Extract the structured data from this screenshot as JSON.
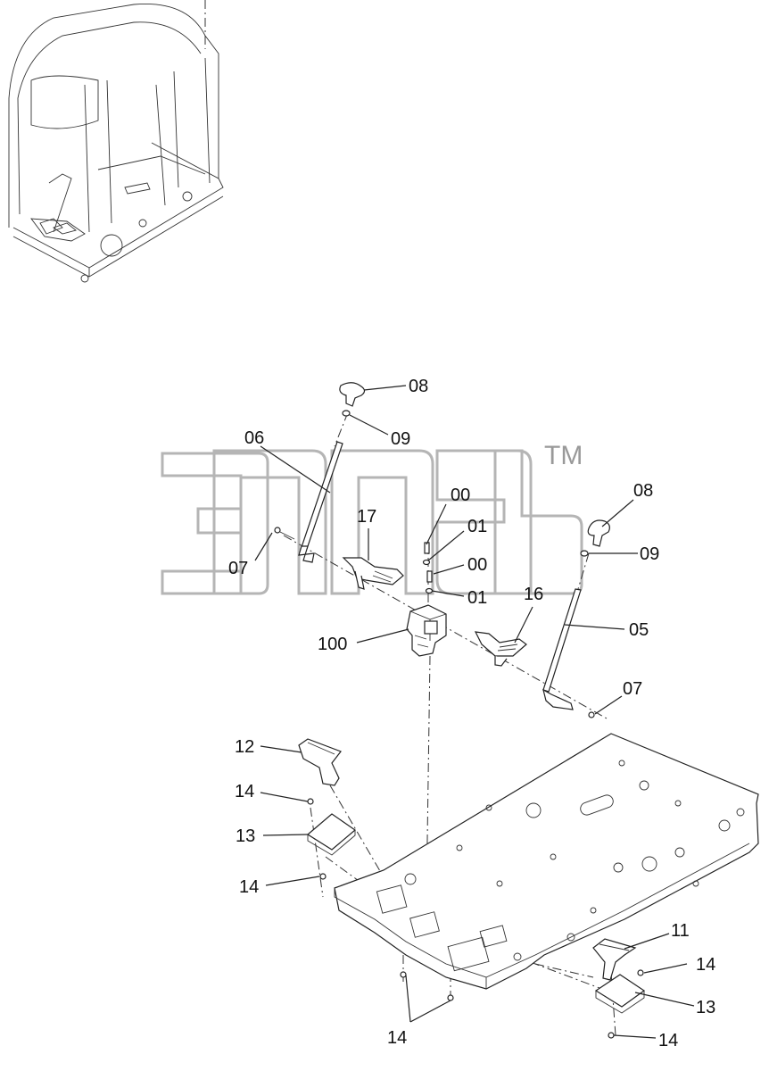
{
  "callouts": [
    {
      "id": "c-08a",
      "text": "08"
    },
    {
      "id": "c-09a",
      "text": "09"
    },
    {
      "id": "c-06",
      "text": "06"
    },
    {
      "id": "c-00a",
      "text": "00"
    },
    {
      "id": "c-01a",
      "text": "01"
    },
    {
      "id": "c-00b",
      "text": "00"
    },
    {
      "id": "c-01b",
      "text": "01"
    },
    {
      "id": "c-17",
      "text": "17"
    },
    {
      "id": "c-07a",
      "text": "07"
    },
    {
      "id": "c-08b",
      "text": "08"
    },
    {
      "id": "c-09b",
      "text": "09"
    },
    {
      "id": "c-16",
      "text": "16"
    },
    {
      "id": "c-05",
      "text": "05"
    },
    {
      "id": "c-100",
      "text": "100"
    },
    {
      "id": "c-07b",
      "text": "07"
    },
    {
      "id": "c-12",
      "text": "12"
    },
    {
      "id": "c-14a",
      "text": "14"
    },
    {
      "id": "c-13a",
      "text": "13"
    },
    {
      "id": "c-14b",
      "text": "14"
    },
    {
      "id": "c-11",
      "text": "11"
    },
    {
      "id": "c-14c",
      "text": "14"
    },
    {
      "id": "c-13b",
      "text": "13"
    },
    {
      "id": "c-14d",
      "text": "14"
    },
    {
      "id": "c-14e",
      "text": "14"
    }
  ],
  "watermark": {
    "trademark": "TM"
  }
}
